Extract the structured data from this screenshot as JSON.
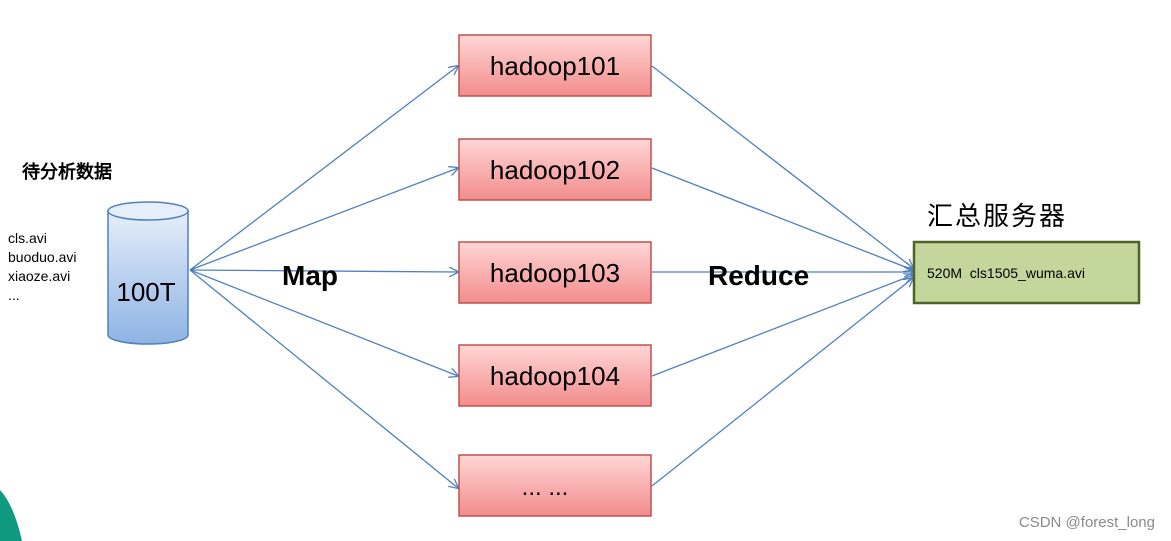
{
  "source": {
    "title": "待分析数据",
    "files": [
      "cls.avi",
      "buoduo.avi",
      "xiaoze.avi",
      "..."
    ],
    "size_label": "100T"
  },
  "phases": {
    "map_label": "Map",
    "reduce_label": "Reduce"
  },
  "nodes": [
    {
      "label": "hadoop101"
    },
    {
      "label": "hadoop102"
    },
    {
      "label": "hadoop103"
    },
    {
      "label": "hadoop104"
    },
    {
      "label": "... ..."
    }
  ],
  "server": {
    "title": "汇总服务器",
    "content": "520M  cls1505_wuma.avi"
  },
  "watermark": "CSDN @forest_long",
  "colors": {
    "node_fill_top": "#FFD6D6",
    "node_fill_bottom": "#F28C8C",
    "node_border": "#C0504D",
    "server_fill": "#C3D69B",
    "server_border": "#4F6228",
    "cylinder_fill_top": "#E6EEFB",
    "cylinder_fill_bottom": "#8EB4E3",
    "cylinder_border": "#4F81BD",
    "arrow": "#4F81BD",
    "corner_accent": "#0F9A7F"
  }
}
